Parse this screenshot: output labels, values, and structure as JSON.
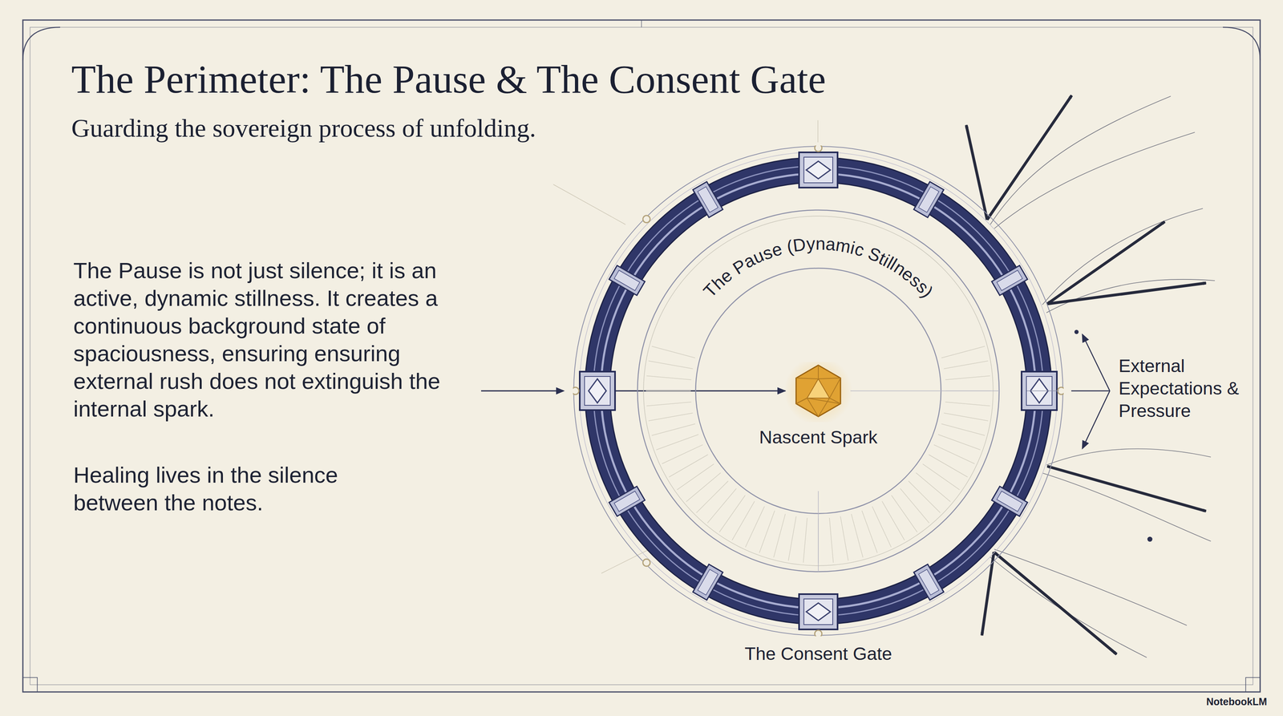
{
  "diagram": {
    "title": "The Perimeter: The Pause & The Consent Gate",
    "caption": "Guarding the sovereign process of unfolding.",
    "nodes": [
      {
        "text": [
          "The Consent Gate"
        ]
      },
      {
        "text": [
          "The Pause (Dynamic Stillness)"
        ],
        "in": 0
      },
      {
        "text": [
          "Nascent Spark"
        ],
        "in": 1
      }
    ],
    "edges": [
      {
        "from": 0,
        "to": 2,
        "arrow": "to"
      }
    ],
    "labels": [
      "The Pause is not just silence; it is an active, dynamic stillness. It creates a continuous background state of spaciousness, ensuring ensuring external rush does not extinguish the internal spark.",
      "Healing lives in the silence between the notes.",
      "External Expectations & Pressure",
      "NotebookLM"
    ]
  }
}
